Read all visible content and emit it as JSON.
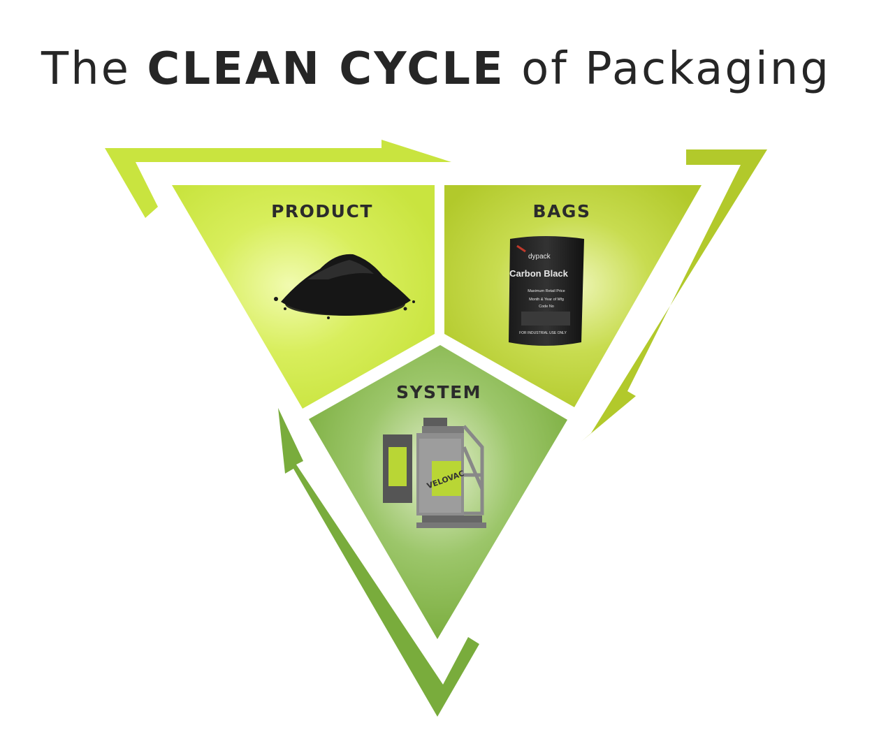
{
  "title": {
    "prefix": "The ",
    "emphasis": "CLEAN CYCLE",
    "suffix": " of Packaging"
  },
  "segments": {
    "product": {
      "label": "PRODUCT",
      "color": "#c9e43f"
    },
    "bags": {
      "label": "BAGS",
      "color": "#b2c92b"
    },
    "system": {
      "label": "SYSTEM",
      "color": "#79ac3c"
    }
  },
  "bag": {
    "brand": "dypack",
    "product": "Carbon Black",
    "line1": "Maximum Retail Price",
    "line2": "Month & Year of Mfg",
    "line3": "Code No",
    "footer": "FOR INDUSTRIAL USE ONLY"
  },
  "machine": {
    "brand": "VELOVAC"
  },
  "colors": {
    "arrow_light": "#c9e43f",
    "arrow_mid": "#b2c92b",
    "arrow_dark": "#79ac3c",
    "text": "#262626"
  }
}
